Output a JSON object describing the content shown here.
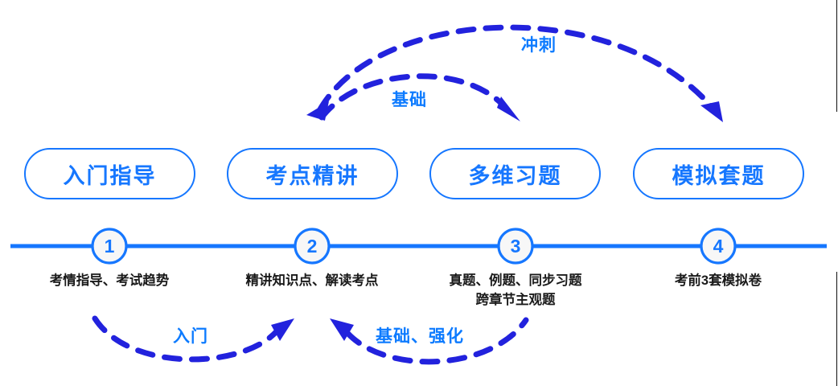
{
  "diagram": {
    "title_stages": [
      "入门指导",
      "考点精讲",
      "多维习题",
      "模拟套题"
    ],
    "accent_color": "#1677ff",
    "arrow_color": "#2222dd",
    "label_color": "#0d7bff",
    "caption_color": "#1a1a1a",
    "node_fill_color": "#f7f7f7"
  },
  "stages": [
    {
      "number": "1",
      "pill_label": "入门指导",
      "caption_lines": [
        "考情指导、考试趋势"
      ]
    },
    {
      "number": "2",
      "pill_label": "考点精讲",
      "caption_lines": [
        "精讲知识点、解读考点"
      ]
    },
    {
      "number": "3",
      "pill_label": "多维习题",
      "caption_lines": [
        "真题、例题、同步习题",
        "跨章节主观题"
      ]
    },
    {
      "number": "4",
      "pill_label": "模拟套题",
      "caption_lines": [
        "考前3套模拟卷"
      ]
    }
  ],
  "arcs": {
    "top_long": {
      "label": "冲刺"
    },
    "top_short": {
      "label": "基础"
    },
    "bottom_left": {
      "label": "入门"
    },
    "bottom_right": {
      "label": "基础、强化"
    }
  }
}
